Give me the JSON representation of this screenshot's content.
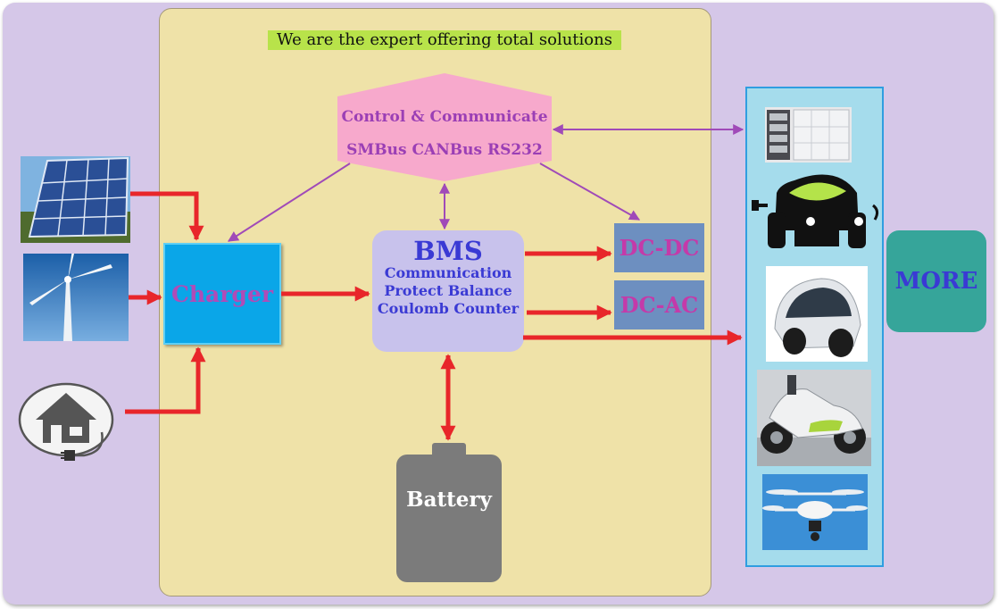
{
  "headline": "We are the expert offering total solutions",
  "control": {
    "line1": "Control & Communicate",
    "line2": "SMBus CANBus RS232"
  },
  "charger": "Charger",
  "bms": {
    "title": "BMS",
    "line1": "Communication",
    "line2": "Protect  Balance",
    "line3": "Coulomb Counter"
  },
  "dcdc": "DC-DC",
  "dcac": "DC-AC",
  "battery": "Battery",
  "more": "MORE",
  "colors": {
    "frame_background": "#d5c7e8",
    "panel_background": "#efe2a8",
    "power_arrow": "#e8262a",
    "signal_arrow": "#a04ab8",
    "control_hexagon": "#f7a9cc",
    "charger_box": "#0aa6e8",
    "bms_box": "#c8c2ec",
    "converter_box": "#6d8fc0",
    "battery": "#7b7b7b",
    "more_box": "#36a59a",
    "headline_highlight": "#b8e34a"
  },
  "icons": {
    "sources": [
      "solar-panel-icon",
      "wind-turbine-icon",
      "house-plug-icon"
    ],
    "applications": [
      "battery-rack-icon",
      "electric-car-icon",
      "concept-car-icon",
      "electric-scooter-icon",
      "drone-icon"
    ]
  }
}
